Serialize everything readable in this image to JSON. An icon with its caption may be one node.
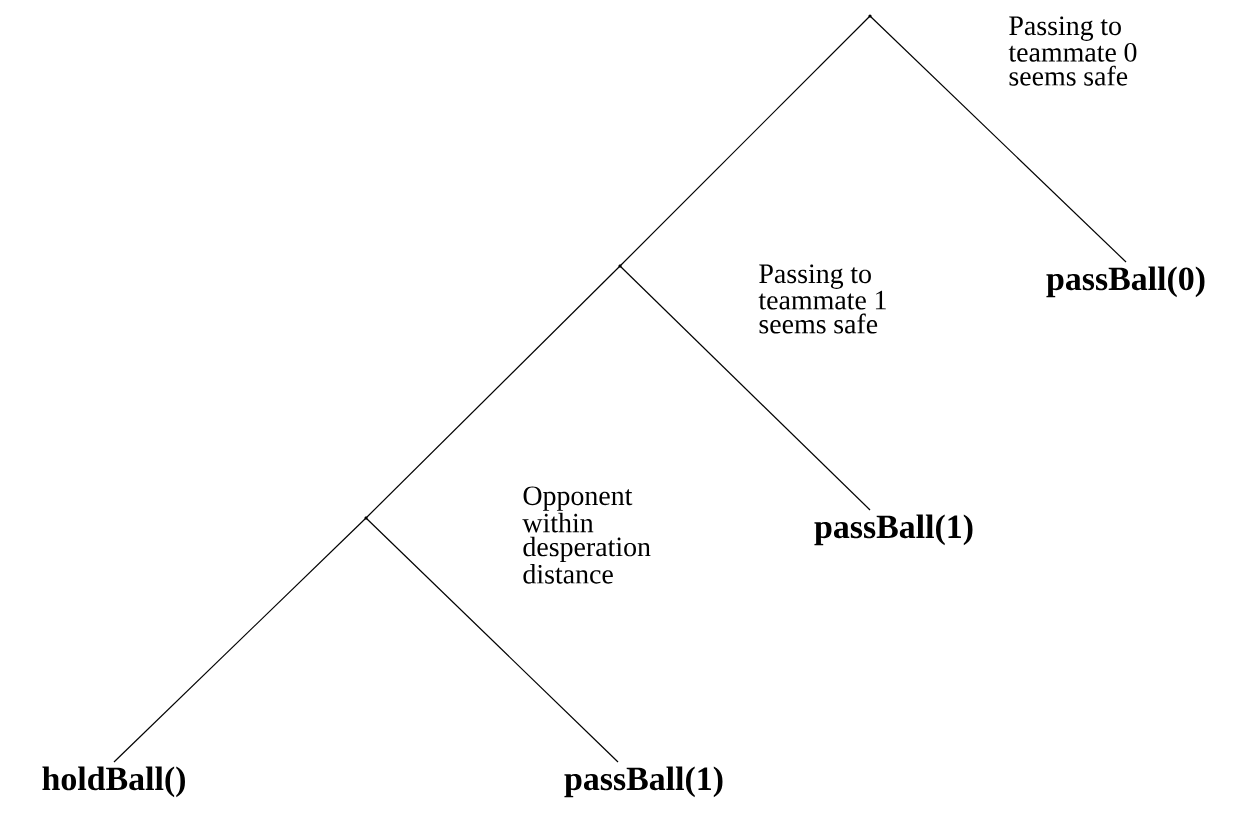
{
  "diagram": {
    "nodes": [
      {
        "text": [],
        "shape": "point"
      },
      {
        "text": [
          "passBall(0)"
        ]
      },
      {
        "text": [],
        "shape": "point"
      },
      {
        "text": [
          "passBall(1)"
        ]
      },
      {
        "text": [],
        "shape": "point"
      },
      {
        "text": [
          "holdBall()"
        ]
      },
      {
        "text": [
          "passBall(1)"
        ]
      }
    ],
    "edges": [
      {
        "from": 0,
        "to": 1,
        "arrow": "none",
        "label": "Passing to teammate 0 seems safe"
      },
      {
        "from": 0,
        "to": 2,
        "arrow": "none"
      },
      {
        "from": 2,
        "to": 3,
        "arrow": "none",
        "label": "Passing to teammate 1 seems safe"
      },
      {
        "from": 2,
        "to": 4,
        "arrow": "none"
      },
      {
        "from": 4,
        "to": 6,
        "arrow": "none",
        "label": "Opponent within desperation distance"
      },
      {
        "from": 4,
        "to": 5,
        "arrow": "none"
      }
    ]
  }
}
